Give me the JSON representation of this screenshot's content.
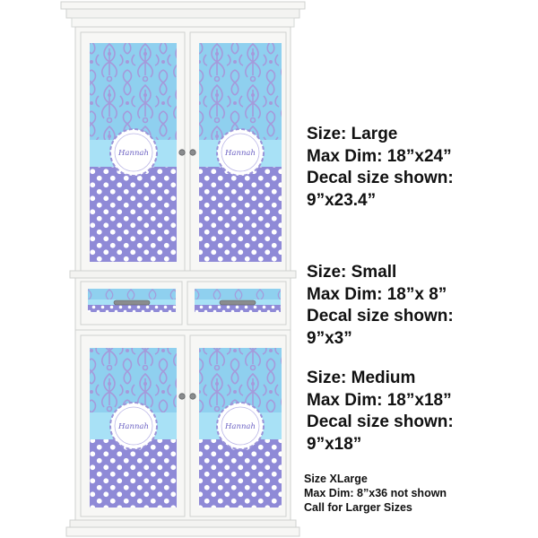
{
  "cabinet": {
    "monogram": "Hannah",
    "colors": {
      "frame": "#f7f7f5",
      "frame_edge": "#cfd1cf",
      "damask_bg": "#8fd0ef",
      "damask_motif": "#a59adb",
      "band": "#a8e1f6",
      "dots_bg": "#8f8ad7",
      "dots": "#ffffff",
      "label_ring": "#9a93d8"
    }
  },
  "specs": {
    "large": {
      "line1": "Size: Large",
      "line2": "Max Dim: 18”x24”",
      "line3": "Decal size shown:",
      "line4": "9”x23.4”"
    },
    "small": {
      "line1": "Size: Small",
      "line2": "Max Dim: 18”x 8”",
      "line3": "Decal size shown:",
      "line4": "9”x3”"
    },
    "medium": {
      "line1": "Size: Medium",
      "line2": "Max Dim: 18”x18”",
      "line3": "Decal size shown:",
      "line4": "9”x18”"
    },
    "xlarge": {
      "line1": "Size XLarge",
      "line2": "Max Dim: 8”x36 not shown",
      "line3": "Call for Larger Sizes"
    }
  }
}
